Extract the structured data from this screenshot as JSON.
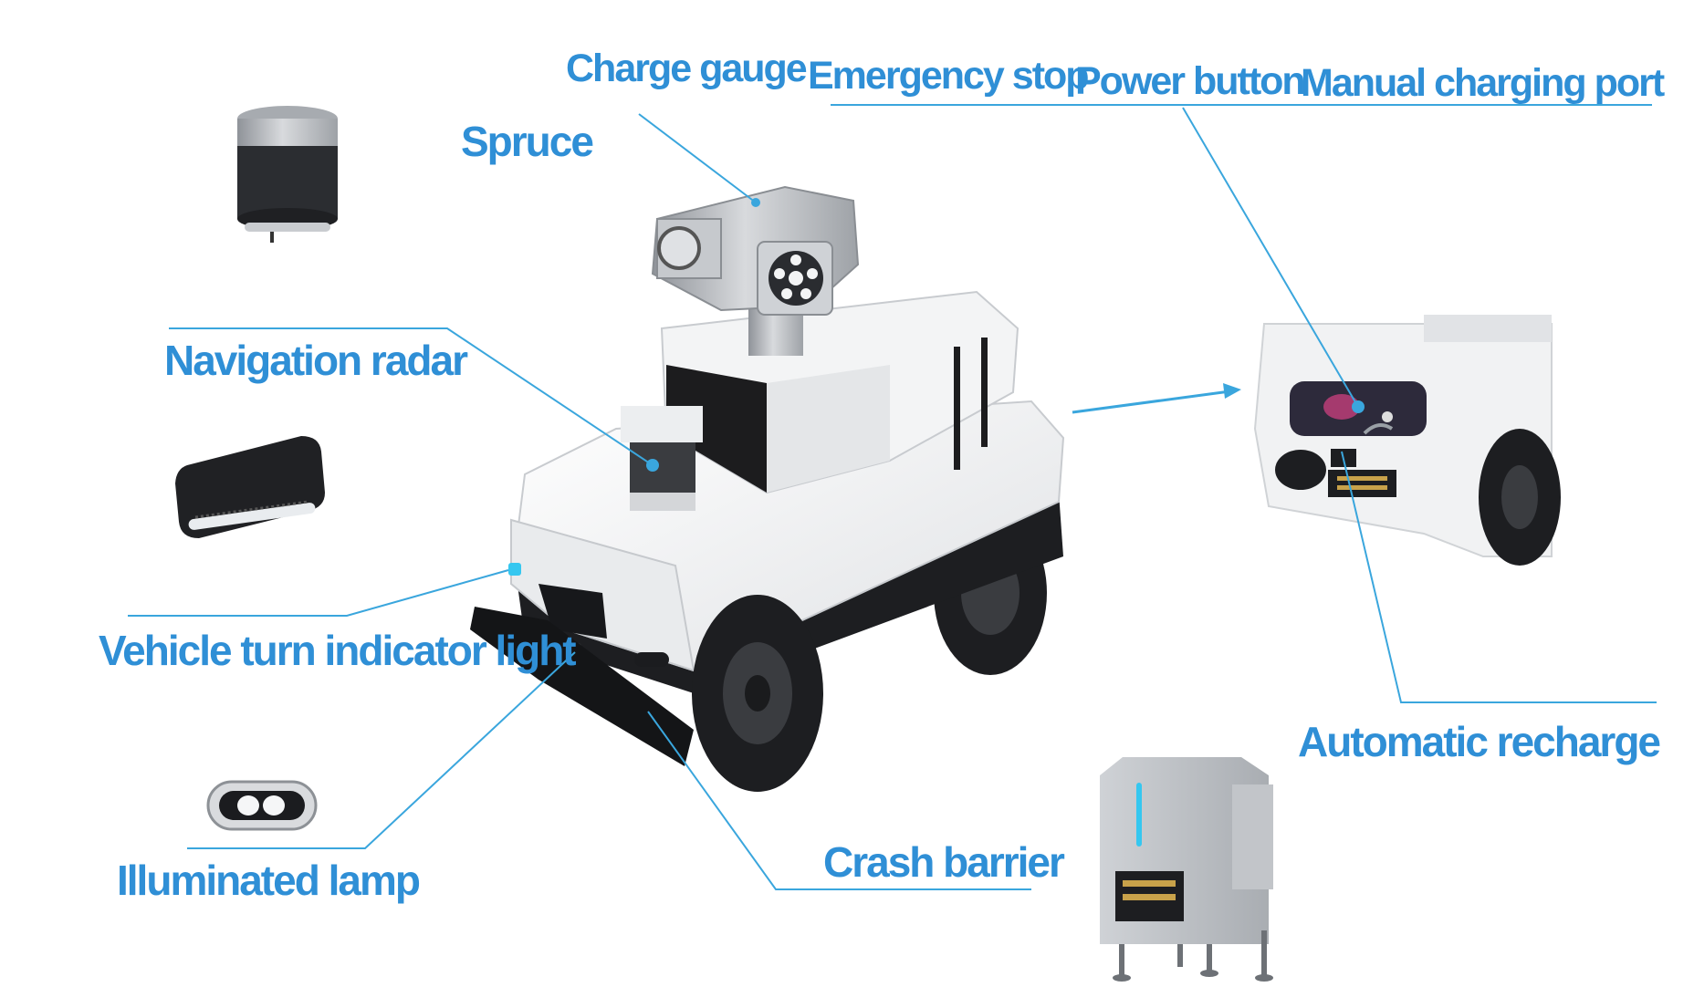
{
  "labels": {
    "charge_gauge": "Charge gauge",
    "emergency_stop": "Emergency stop",
    "power_button": "Power button",
    "manual_charging_port": "Manual charging port",
    "spruce": "Spruce",
    "navigation_radar": "Navigation radar",
    "vehicle_turn_indicator_light": "Vehicle turn indicator light",
    "illuminated_lamp": "Illuminated lamp",
    "crash_barrier": "Crash barrier",
    "automatic_recharge": "Automatic recharge"
  },
  "colors": {
    "label": "#2f8fd6",
    "leader_line": "#3aa6dd",
    "body_white": "#f2f3f4",
    "body_black": "#1c1c1e",
    "metal": "#b9bcc0",
    "indicator_blue": "#35c7f0"
  }
}
